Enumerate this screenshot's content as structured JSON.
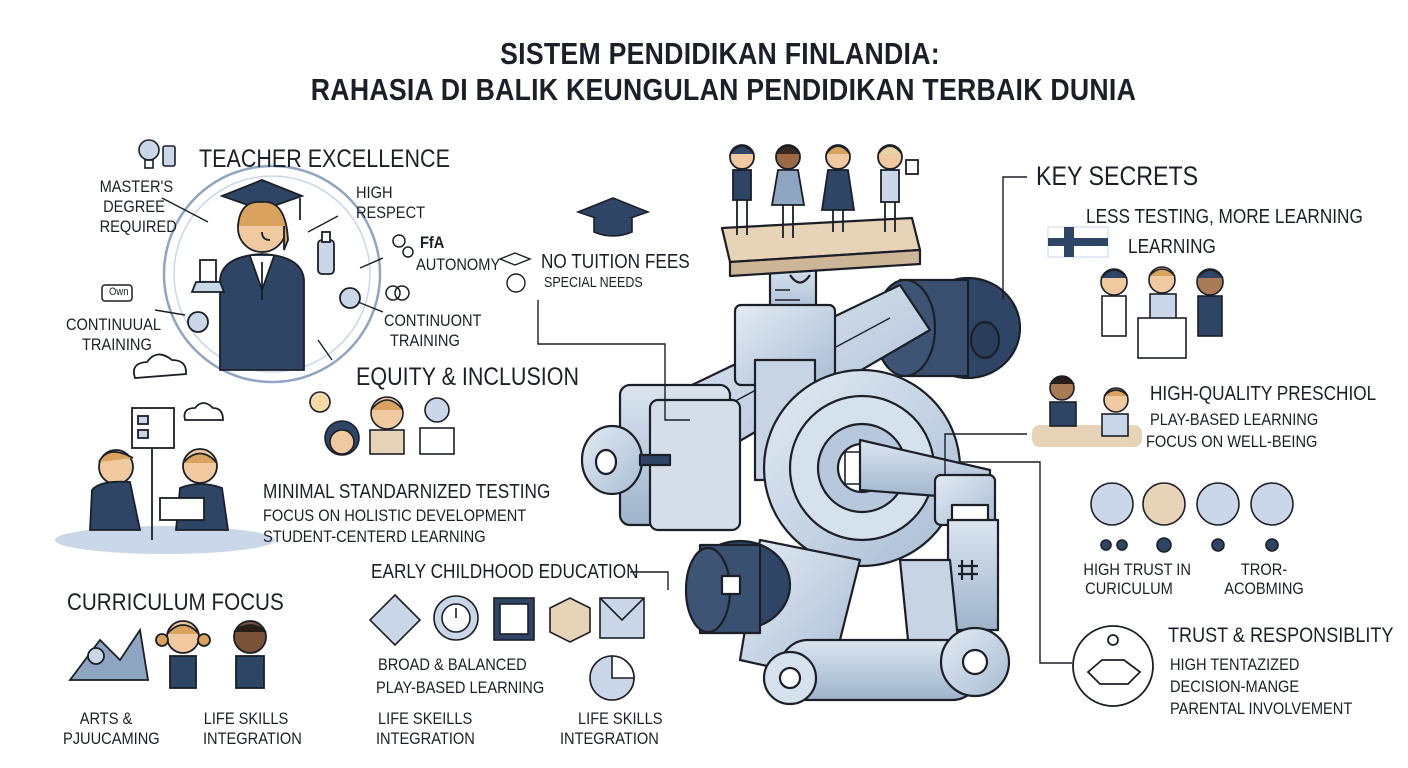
{
  "title": {
    "line1": "SISTEM PENDIDIKAN FINLANDIA:",
    "line2": "RAHASIA DI BALIK KEUNGULAN PENDIDIKAN TERBAIK DUNIA"
  },
  "teacher": {
    "heading": "TEACHER EXCELLENCE",
    "masters": [
      "MASTER'S",
      "DEGREE",
      "REQUIRED"
    ],
    "high_respect": [
      "HIGH",
      "RESPECT"
    ],
    "autonomy_tag": "FfA",
    "autonomy": "AUTONOMY",
    "continual": [
      "CONTINUUAL",
      "TRAINING"
    ],
    "continuont": [
      "CONTINUONT",
      "TRAINING"
    ],
    "own_tag": "Own"
  },
  "fees": {
    "no_tuition": "NO TUITION FEES",
    "special_needs": "SPECIAL NEEDS"
  },
  "equity": {
    "heading": "EQUITY & INCLUSION"
  },
  "testing": {
    "heading": "MINIMAL STANDARNIZED TESTING",
    "line2": "FOCUS ON HOLISTIC DEVELOPMENT",
    "line3": "STUDENT-CENTERD LEARNING"
  },
  "curriculum": {
    "heading": "CURRICULUM FOCUS",
    "arts": [
      "ARTS &",
      "PJUUCAMING"
    ],
    "life": [
      "LIFE SKILLS",
      "INTEGRATION"
    ]
  },
  "early": {
    "heading": "EARLY CHILDHOOD EDUCATION",
    "broad": [
      "BROAD & BALANCED",
      "PLAY-BASED LEARNING"
    ],
    "life1": [
      "LIFE SKEILLS",
      "INTEGRATION"
    ],
    "life2": [
      "LIFE SKILLS",
      "INTEGRATION"
    ]
  },
  "secrets": {
    "heading": "KEY SECRETS",
    "less": [
      "LESS TESTING, MORE LEARNING",
      "LEARNING"
    ],
    "preschool": [
      "HIGH-QUALITY PRESCHIOL",
      "PLAY-BASED LEARNING",
      "FOCUS ON WELL-BEING"
    ],
    "trust_curr": [
      "HIGH TRUST IN",
      "CURICULUM"
    ],
    "tror": [
      "TROR-",
      "ACOBMING"
    ],
    "trust": {
      "heading": "TRUST & RESPONSIBLITY",
      "lines": [
        "HIGH TENTAZIZED",
        "DECISION-MANGE",
        "PARENTAL INVOLVEMENT"
      ]
    }
  },
  "colors": {
    "navy": "#2f4566",
    "light_blue": "#c9d7e8",
    "mid_blue": "#8fa6c2",
    "skin": "#f0c9a0",
    "hair": "#d9a25e",
    "wood": "#e6d3b8",
    "ink": "#1b1f27"
  }
}
